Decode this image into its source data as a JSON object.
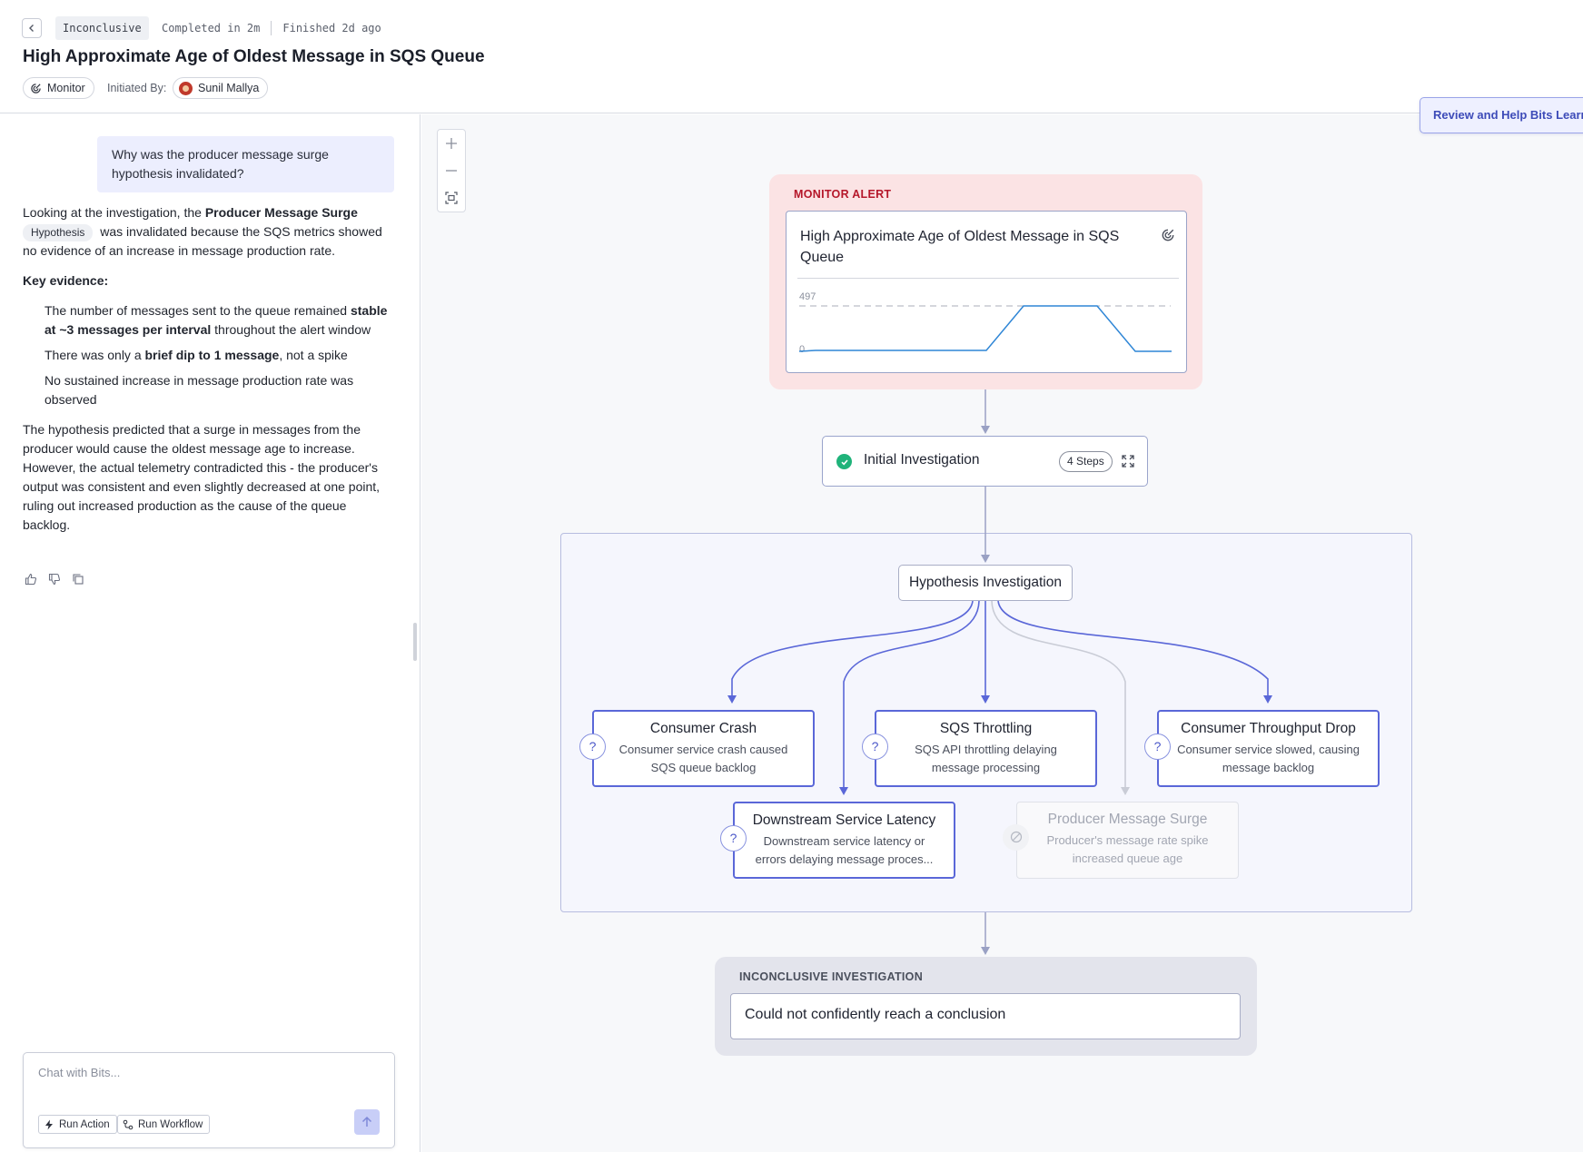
{
  "header": {
    "status": "Inconclusive",
    "completed": "Completed in 2m",
    "finished": "Finished 2d ago",
    "title": "High Approximate Age of Oldest Message in SQS Queue",
    "monitor_chip": "Monitor",
    "initiated_label": "Initiated By:",
    "initiated_by": "Sunil Mallya",
    "review_button": "Review and Help Bits Learn"
  },
  "chat": {
    "user_question": "Why was the producer message surge hypothesis invalidated?",
    "answer": {
      "intro_before": "Looking at the investigation, the ",
      "intro_bold": "Producer Message Surge",
      "intro_tag": "Hypothesis",
      "intro_after": " was invalidated because the SQS metrics showed no evidence of an increase in message production rate.",
      "key_evidence": "Key evidence:",
      "bullet1_a": "The number of messages sent to the queue remained ",
      "bullet1_bold": "stable at ~3 messages per interval",
      "bullet1_b": " throughout the alert window",
      "bullet2_a": "There was only a ",
      "bullet2_bold": "brief dip to 1 message",
      "bullet2_b": ", not a spike",
      "bullet3": "No sustained increase in message production rate was observed",
      "conclusion": "The hypothesis predicted that a surge in messages from the producer would cause the oldest message age to increase. However, the actual telemetry contradicted this - the producer's output was consistent and even slightly decreased at one point, ruling out increased production as the cause of the queue backlog."
    },
    "input_placeholder": "Chat with Bits...",
    "run_action": "Run Action",
    "run_workflow": "Run Workflow"
  },
  "flow": {
    "alert": {
      "label": "MONITOR ALERT",
      "title": "High Approximate Age of Oldest Message in SQS Queue",
      "threshold_label": "497",
      "zero_label": "0"
    },
    "initial": {
      "label": "Initial Investigation",
      "steps": "4 Steps"
    },
    "hypothesis_root": "Hypothesis Investigation",
    "hypotheses": [
      {
        "title": "Consumer Crash",
        "desc": "Consumer service crash caused SQS queue backlog",
        "status": "open"
      },
      {
        "title": "SQS Throttling",
        "desc": "SQS API throttling delaying message processing",
        "status": "open"
      },
      {
        "title": "Consumer Throughput Drop",
        "desc": "Consumer service slowed, causing message backlog",
        "status": "open"
      },
      {
        "title": "Downstream Service Latency",
        "desc": "Downstream service latency or errors delaying message proces...",
        "status": "open"
      },
      {
        "title": "Producer Message Surge",
        "desc": "Producer's message rate spike increased queue age",
        "status": "invalidated"
      }
    ],
    "result": {
      "label": "INCONCLUSIVE INVESTIGATION",
      "text": "Could not confidently reach a conclusion"
    }
  },
  "colors": {
    "accent": "#5a67d8",
    "alert_bg": "#fbe3e4",
    "alert_text": "#b5172a",
    "success": "#1fb37a",
    "line": "#2f86d6"
  },
  "icons": [
    "chevron-left-icon",
    "monitor-icon",
    "avatar",
    "thumbs-up-icon",
    "thumbs-down-icon",
    "copy-icon",
    "bolt-icon",
    "workflow-icon",
    "arrow-up-icon",
    "plus-icon",
    "minus-icon",
    "fit-view-icon",
    "check-icon",
    "expand-icon",
    "question-icon",
    "ban-icon"
  ]
}
